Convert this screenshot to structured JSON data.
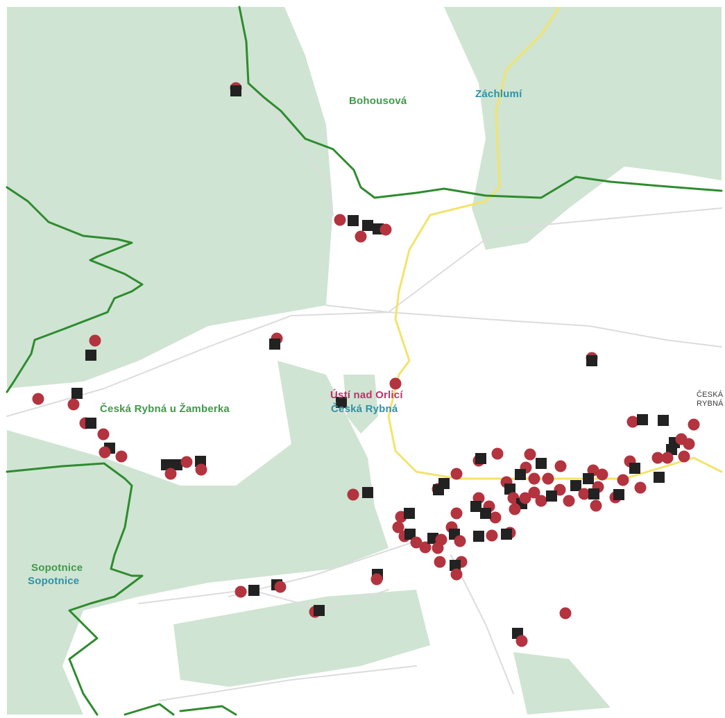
{
  "map": {
    "colors": {
      "forest": "#cfe4d2",
      "open_land": "#ffffff",
      "boundary": "#2e8b2e",
      "main_road": "#f3e36a",
      "minor_road": "#dcdcdc",
      "marker_circle": "#b3333f",
      "marker_square": "#222222"
    },
    "labels": {
      "bohousova": "Bohousová",
      "zachlumi": "Záchlumí",
      "ceska_rybna_u_zamberka": "Česká Rybná u Žamberka",
      "usti_nad_orlici": "Ústí nad Orlicí",
      "ceska_rybna": "Česká Rybná",
      "sopotnice_1": "Sopotnice",
      "sopotnice_2": "Sopotnice",
      "ceska_rybna_edge_1": "ČESKÁ",
      "ceska_rybna_edge_2": "RYBNÁ"
    },
    "markers": {
      "circle_icon": "red-circle-marker-icon",
      "square_icon": "black-square-marker-icon"
    }
  }
}
